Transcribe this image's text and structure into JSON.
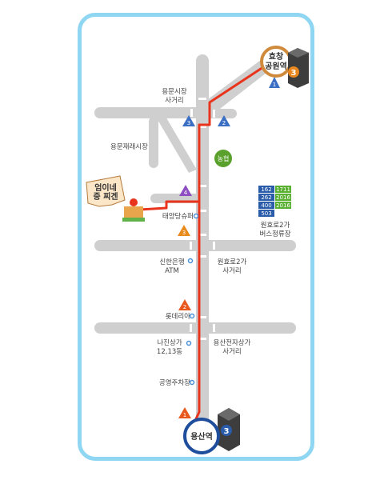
{
  "stations": {
    "top": {
      "name_line1": "효창",
      "name_line2": "공원역",
      "line_number": "3"
    },
    "bottom": {
      "name": "용산역",
      "line_number": "3"
    }
  },
  "labels": {
    "yongmun_market_intersection_1": "용문시장",
    "yongmun_market_intersection_2": "사거리",
    "yongmun_redevelopment": "용문재래시장",
    "nonghyup": "농협",
    "restaurant_line1": "엄이네",
    "restaurant_line2": "중 찌겐",
    "taeyang_supermarket": "태양당슈퍼",
    "shinhan_bank_1": "신한은행",
    "shinhan_bank_2": "ATM",
    "wonhyoro2_1": "원효로2가",
    "wonhyoro2_2": "사거리",
    "lotteria": "롯데리아",
    "najin_1": "나진상가",
    "najin_2": "12,13동",
    "yongsan_elec_1": "용산전자상가",
    "yongsan_elec_2": "사거리",
    "public_parking": "공영주차장",
    "bus_stop_1": "원효로2가",
    "bus_stop_2": "버스정류장"
  },
  "bus_routes": [
    {
      "number": "162",
      "color": "#2a5caa"
    },
    {
      "number": "1711",
      "color": "#5ab031"
    },
    {
      "number": "262",
      "color": "#2a5caa"
    },
    {
      "number": "2016",
      "color": "#5ab031"
    },
    {
      "number": "400",
      "color": "#2a5caa"
    },
    {
      "number": "2016",
      "color": "#5ab031"
    },
    {
      "number": "503",
      "color": "#2a5caa"
    }
  ],
  "markers": [
    {
      "number": "1",
      "color": "#3a6fc4"
    },
    {
      "number": "2",
      "color": "#3a6fc4"
    },
    {
      "number": "3",
      "color": "#3a6fc4"
    },
    {
      "number": "4",
      "color": "#8e4fc2"
    },
    {
      "number": "3",
      "color": "#e98a1c"
    },
    {
      "number": "2",
      "color": "#e8581c"
    },
    {
      "number": "1",
      "color": "#e8581c"
    }
  ],
  "colors": {
    "route": "#e8341c",
    "road": "#cfcfcf",
    "frame": "#8fd6f2",
    "station_ring_top": "#d08a3c",
    "station_ring_bottom": "#1f4f9c"
  }
}
